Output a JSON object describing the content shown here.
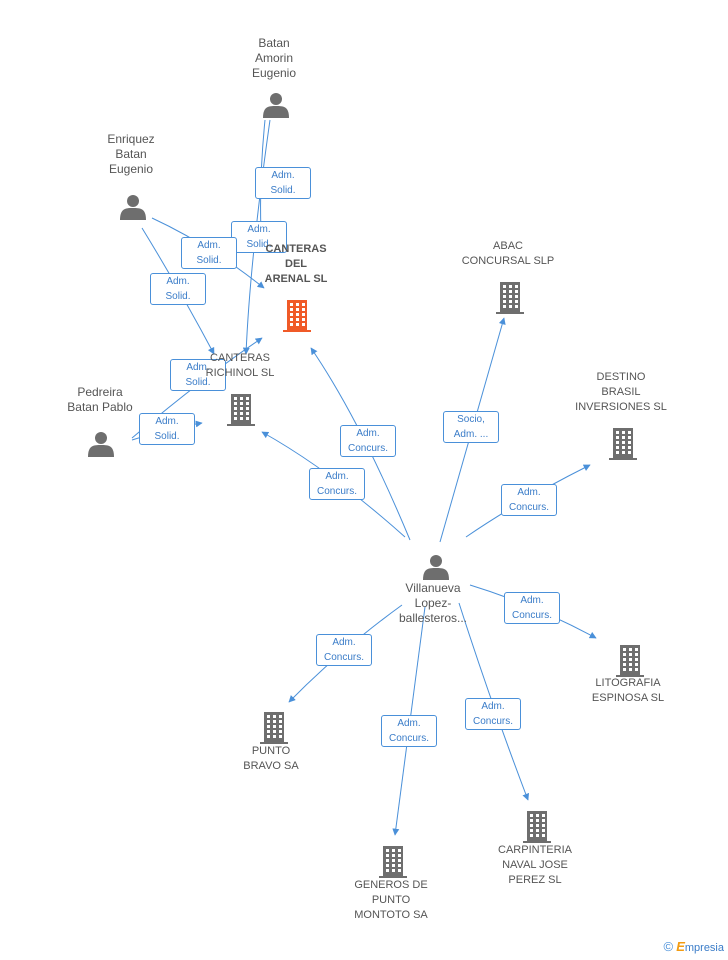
{
  "nodes": {
    "batan_amorin": {
      "type": "person",
      "label": [
        "Batan",
        "Amorin",
        "Eugenio"
      ]
    },
    "enriquez_batan": {
      "type": "person",
      "label": [
        "Enriquez",
        "Batan",
        "Eugenio"
      ]
    },
    "pedreira_batan": {
      "type": "person",
      "label": [
        "Pedreira",
        "Batan Pablo"
      ]
    },
    "villanueva": {
      "type": "person",
      "label": [
        "Villanueva",
        "Lopez-",
        "ballesteros..."
      ]
    },
    "canteras_arenal": {
      "type": "company",
      "highlight": true,
      "label": [
        "CANTERAS",
        "DEL",
        "ARENAL SL"
      ]
    },
    "canteras_richinol": {
      "type": "company",
      "label": [
        "CANTERAS",
        "RICHINOL SL"
      ]
    },
    "abac": {
      "type": "company",
      "label": [
        "ABAC",
        "CONCURSAL SLP"
      ]
    },
    "destino": {
      "type": "company",
      "label": [
        "DESTINO",
        "BRASIL",
        "INVERSIONES SL"
      ]
    },
    "litografia": {
      "type": "company",
      "label": [
        "LITOGRAFIA",
        "ESPINOSA SL"
      ]
    },
    "punto_bravo": {
      "type": "company",
      "label": [
        "PUNTO",
        "BRAVO SA"
      ]
    },
    "generos": {
      "type": "company",
      "label": [
        "GENEROS DE",
        "PUNTO",
        "MONTOTO SA"
      ]
    },
    "carpinteria": {
      "type": "company",
      "label": [
        "CARPINTERIA",
        "NAVAL JOSE",
        "PEREZ SL"
      ]
    }
  },
  "edges": [
    {
      "from": "batan_amorin",
      "to": "canteras_arenal",
      "label": [
        "Adm.",
        "Solid."
      ]
    },
    {
      "from": "batan_amorin",
      "to": "canteras_richinol",
      "label": [
        "Adm.",
        "Solid."
      ]
    },
    {
      "from": "enriquez_batan",
      "to": "canteras_arenal",
      "label": [
        "Adm.",
        "Solid."
      ]
    },
    {
      "from": "enriquez_batan",
      "to": "canteras_richinol",
      "label": [
        "Adm.",
        "Solid."
      ]
    },
    {
      "from": "pedreira_batan",
      "to": "canteras_arenal",
      "label": [
        "Adm.",
        "Solid."
      ]
    },
    {
      "from": "pedreira_batan",
      "to": "canteras_richinol",
      "label": [
        "Adm.",
        "Solid."
      ]
    },
    {
      "from": "villanueva",
      "to": "canteras_arenal",
      "label": [
        "Adm.",
        "Concurs."
      ]
    },
    {
      "from": "villanueva",
      "to": "canteras_richinol",
      "label": [
        "Adm.",
        "Concurs."
      ]
    },
    {
      "from": "villanueva",
      "to": "abac",
      "label": [
        "Socio,",
        "Adm. ..."
      ]
    },
    {
      "from": "villanueva",
      "to": "destino",
      "label": [
        "Adm.",
        "Concurs."
      ]
    },
    {
      "from": "villanueva",
      "to": "litografia",
      "label": [
        "Adm.",
        "Concurs."
      ]
    },
    {
      "from": "villanueva",
      "to": "punto_bravo",
      "label": [
        "Adm.",
        "Concurs."
      ]
    },
    {
      "from": "villanueva",
      "to": "generos",
      "label": [
        "Adm.",
        "Concurs."
      ]
    },
    {
      "from": "villanueva",
      "to": "carpinteria",
      "label": [
        "Adm.",
        "Concurs."
      ]
    }
  ],
  "colors": {
    "edge": "#4a90d9",
    "icon": "#6e6e6e",
    "highlight": "#f05a28",
    "label_text": "#555555"
  },
  "watermark": {
    "symbol": "©",
    "brand_initial": "E",
    "brand_rest": "mpresia"
  }
}
